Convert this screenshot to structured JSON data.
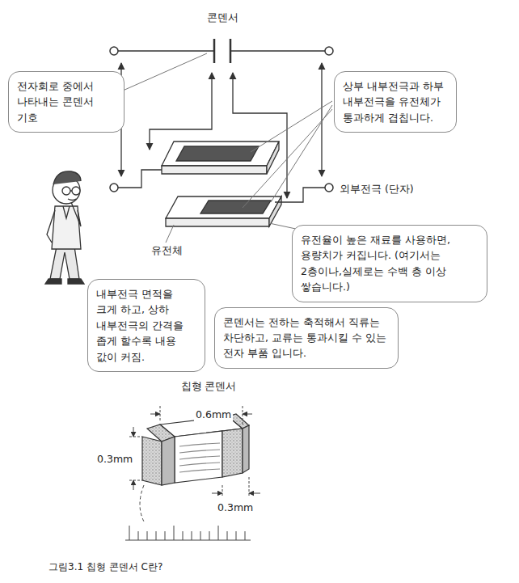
{
  "diagram": {
    "caption": "그림3.1 칩형 콘덴서 C란?",
    "nodes": [
      {
        "text": [
          "전자회로 중에서 나타내는 콘덴서 기호"
        ]
      },
      {
        "text": [
          "상부 내부전극과 하부 내부전극을 유전체가 통과하게 겹칩니다."
        ]
      },
      {
        "text": [
          "유전율이 높은 재료를 사용하면, 용량치가 커집니다. (여기서는 2층이나,실제로는 수백 층 이상 쌓습니다.)"
        ]
      },
      {
        "text": [
          "내부전극 면적을 크게 하고, 상하 내부전극의 간격을 좁게 할수록 내용 값이 커짐."
        ]
      },
      {
        "text": [
          "콘덴서는 전하는 축적해서 직류는 차단하고, 교류는 통과시킬 수 있는 전자 부품 입니다."
        ]
      }
    ],
    "labels": [
      "콘덴서",
      "외부전극 (단자)",
      "유전체",
      "칩형 콘덴서",
      "0.6mm",
      "0.3mm",
      "0.3mm"
    ]
  }
}
